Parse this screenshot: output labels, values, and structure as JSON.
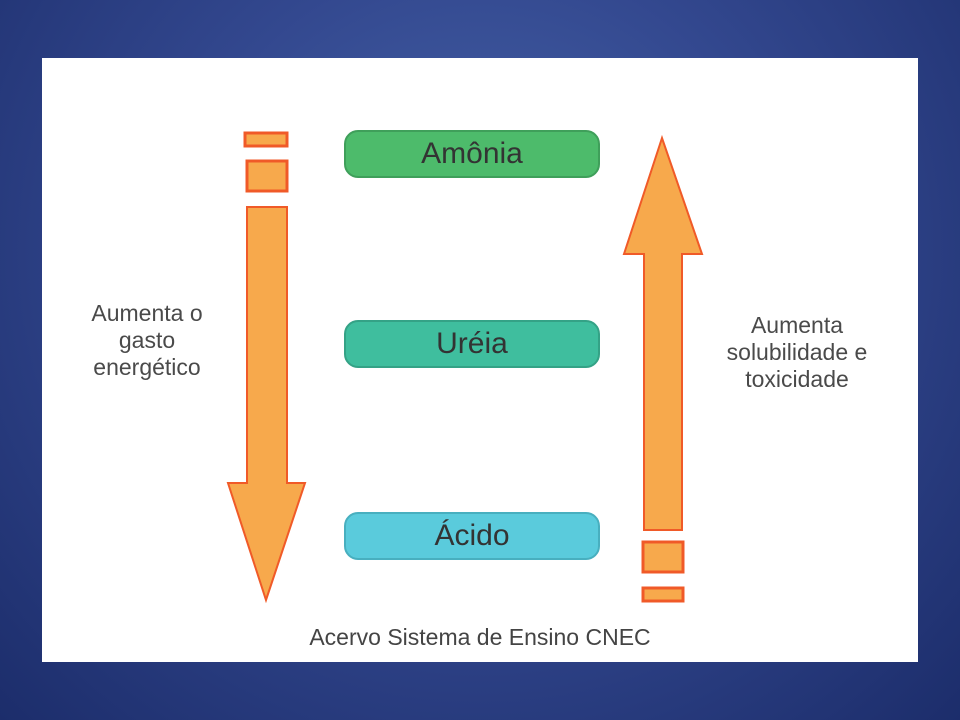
{
  "boxes": {
    "amonia": "Amônia",
    "ureia": "Uréia",
    "acido": "Ácido"
  },
  "left_label": [
    "Aumenta o",
    "gasto",
    "energético"
  ],
  "right_label": [
    "Aumenta",
    "solubilidade e",
    "toxicidade"
  ],
  "credit": "Acervo Sistema de Ensino CNEC",
  "colors": {
    "arrow_fill": "#f7a94c",
    "arrow_stroke": "#f05a28",
    "amonia_box": "#4dbb6b",
    "ureia_box": "#3fbe9e",
    "acido_box": "#5acbdc"
  }
}
